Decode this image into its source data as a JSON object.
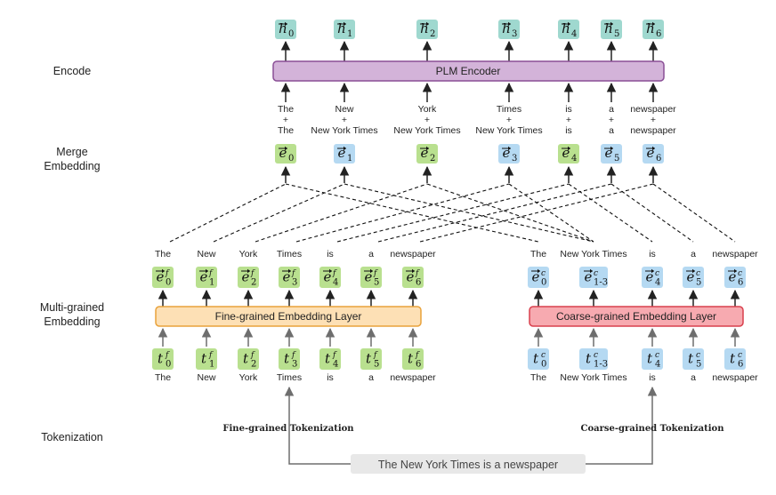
{
  "row_labels": {
    "encode": "Encode",
    "merge_line1": "Merge",
    "merge_line2": "Embedding",
    "multi_line1": "Multi-grained",
    "multi_line2": "Embedding",
    "tokenization": "Tokenization"
  },
  "hidden_states": [
    "h0",
    "h1",
    "h2",
    "h3",
    "h4",
    "h5",
    "h6"
  ],
  "encoder_label": "PLM Encoder",
  "encoder_inputs": [
    {
      "fine": "The",
      "plus": "+",
      "coarse": "The"
    },
    {
      "fine": "New",
      "plus": "+",
      "coarse": "New York Times"
    },
    {
      "fine": "York",
      "plus": "+",
      "coarse": "New York Times"
    },
    {
      "fine": "Times",
      "plus": "+",
      "coarse": "New York Times"
    },
    {
      "fine": "is",
      "plus": "+",
      "coarse": "is"
    },
    {
      "fine": "a",
      "plus": "+",
      "coarse": "a"
    },
    {
      "fine": "newspaper",
      "plus": "+",
      "coarse": "newspaper"
    }
  ],
  "merged_embeddings": [
    "e0",
    "e1",
    "e2",
    "e3",
    "e4",
    "e5",
    "e6"
  ],
  "fine_words_top": [
    "The",
    "New",
    "York",
    "Times",
    "is",
    "a",
    "newspaper"
  ],
  "coarse_words_top": [
    "The",
    "New York Times",
    "is",
    "a",
    "newspaper"
  ],
  "fine_embeddings": [
    "e0f",
    "e1f",
    "e2f",
    "e3f",
    "e4f",
    "e5f",
    "e6f"
  ],
  "coarse_embeddings": [
    "e0c",
    "e1-3c",
    "e4c",
    "e5c",
    "e6c"
  ],
  "fine_layer_label": "Fine-grained Embedding Layer",
  "coarse_layer_label": "Coarse-grained Embedding Layer",
  "fine_tokens": [
    "t0f",
    "t1f",
    "t2f",
    "t3f",
    "t4f",
    "t5f",
    "t6f"
  ],
  "coarse_tokens": [
    "t0c",
    "t1-3c",
    "t4c",
    "t5c",
    "t6c"
  ],
  "fine_words_bottom": [
    "The",
    "New",
    "York",
    "Times",
    "is",
    "a",
    "newspaper"
  ],
  "coarse_words_bottom": [
    "The",
    "New York Times",
    "is",
    "a",
    "newspaper"
  ],
  "fine_tokenization_label": "Fine-grained Tokenization",
  "coarse_tokenization_label": "Coarse-grained Tokenization",
  "input_sentence": "The New York Times is a newspaper",
  "colors": {
    "teal": "#9fd8cf",
    "green": "#b9e08f",
    "blue": "#b5d9f2",
    "encoder_fill": "#d3b3d9",
    "encoder_stroke": "#8a4f96",
    "fine_fill": "#fde0b5",
    "fine_stroke": "#e9a23b",
    "coarse_fill": "#f7aab0",
    "coarse_stroke": "#d9404d",
    "sentence_box": "#e8e8e8",
    "arrow": "#333333",
    "gray_arrow": "#777777"
  }
}
